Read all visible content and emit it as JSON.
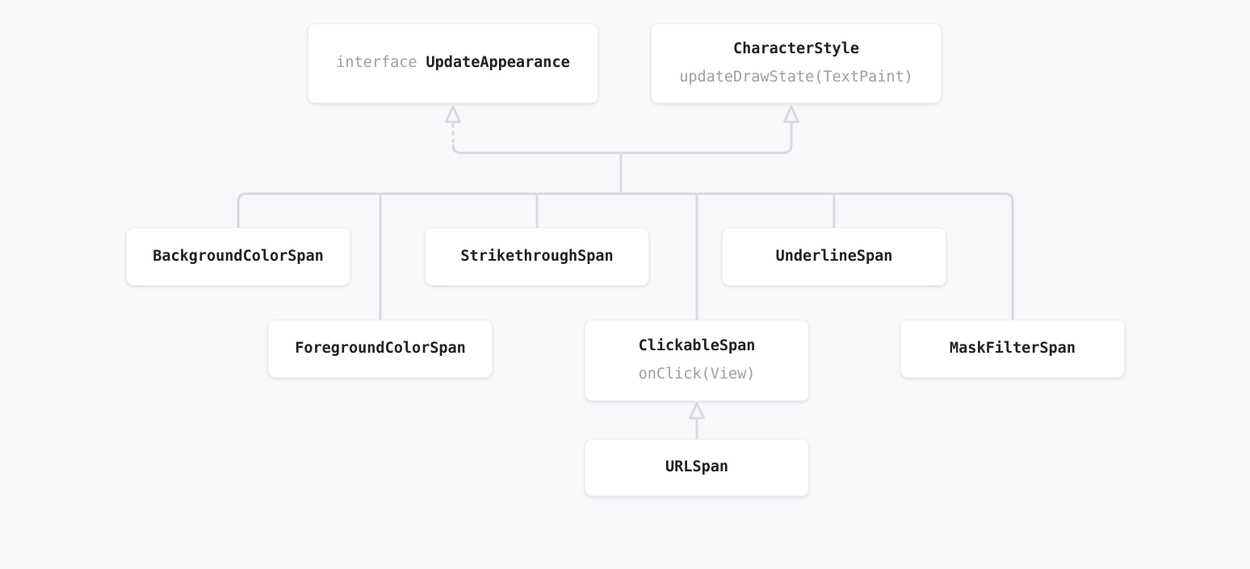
{
  "diagram": {
    "nodes": {
      "update_appearance": {
        "keyword": "interface",
        "name": "UpdateAppearance"
      },
      "character_style": {
        "name": "CharacterStyle",
        "method": "updateDrawState(TextPaint)"
      },
      "background_color_span": {
        "name": "BackgroundColorSpan"
      },
      "strikethrough_span": {
        "name": "StrikethroughSpan"
      },
      "underline_span": {
        "name": "UnderlineSpan"
      },
      "foreground_color_span": {
        "name": "ForegroundColorSpan"
      },
      "clickable_span": {
        "name": "ClickableSpan",
        "method": "onClick(View)"
      },
      "mask_filter_span": {
        "name": "MaskFilterSpan"
      },
      "url_span": {
        "name": "URLSpan"
      }
    },
    "edges": [
      {
        "group": "span-subclasses",
        "members": [
          "BackgroundColorSpan",
          "ForegroundColorSpan",
          "StrikethroughSpan",
          "ClickableSpan",
          "UnderlineSpan",
          "MaskFilterSpan"
        ]
      },
      {
        "from": "span-subclasses",
        "to": "UpdateAppearance",
        "line": "dashed",
        "arrow": "open-triangle"
      },
      {
        "from": "span-subclasses",
        "to": "CharacterStyle",
        "line": "solid",
        "arrow": "open-triangle"
      },
      {
        "from": "URLSpan",
        "to": "ClickableSpan",
        "line": "solid",
        "arrow": "open-triangle"
      }
    ],
    "colors": {
      "background": "#f7f8fa",
      "node_background": "#ffffff",
      "node_border": "#eef0f2",
      "connector": "#d9dadd",
      "class_name_text": "#202124",
      "secondary_text": "#9aa0a6"
    }
  }
}
